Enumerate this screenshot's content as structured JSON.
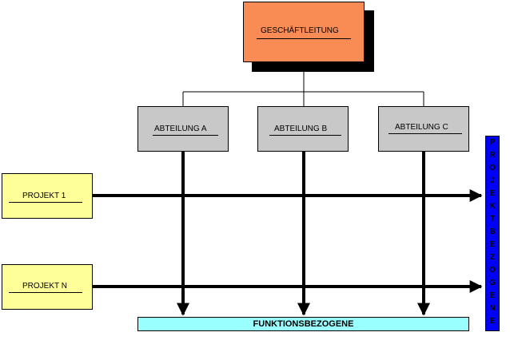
{
  "top": {
    "label": "GESCHÄFTLEITUNG"
  },
  "departments": [
    {
      "label": "ABTEILUNG A"
    },
    {
      "label": "ABTEILUNG B"
    },
    {
      "label": "ABTEILUNG C"
    }
  ],
  "projects": [
    {
      "label": "PROJEKT 1"
    },
    {
      "label": "PROJEKT N"
    }
  ],
  "bottom_bar": {
    "label": "FUNKTIONSBEZOGENE"
  },
  "right_bar": {
    "letters": [
      "P",
      "R",
      "O",
      "J",
      "E",
      "K",
      "T",
      "B",
      "E",
      "Z",
      "O",
      "G",
      "E",
      "N",
      "E"
    ]
  },
  "colors": {
    "top_box": "#f98b55",
    "department_box": "#c8c8c8",
    "project_box": "#ffff99",
    "bottom_bar": "#99ffff",
    "right_bar": "#0000ff"
  }
}
